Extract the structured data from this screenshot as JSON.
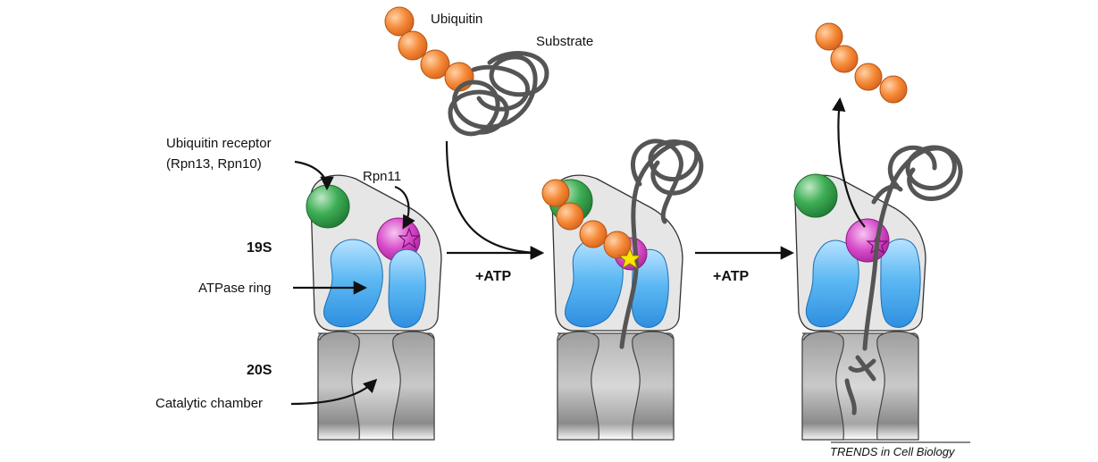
{
  "labels": {
    "ubiquitin": "Ubiquitin",
    "substrate": "Substrate",
    "ubiquitin_receptor_line1": "Ubiquitin receptor",
    "ubiquitin_receptor_line2": "(Rpn13, Rpn10)",
    "rpn11": "Rpn11",
    "s19": "19S",
    "atpase_ring": "ATPase ring",
    "s20": "20S",
    "catalytic_chamber": "Catalytic chamber",
    "atp_step1": "+ATP",
    "atp_step2": "+ATP",
    "credit": "TRENDS in Cell Biology"
  },
  "colors": {
    "ubiquitin": "#f07c28",
    "receptor": "#2e9a45",
    "rpn11": "#d23fc4",
    "atpase": "#3aa5ec",
    "cap": "#e6e6e6",
    "core": "#9a9a9a",
    "chain": "#555555",
    "cleavage_star": "#ffe600"
  },
  "icons": {
    "deubiquitination_site": "star-icon"
  }
}
